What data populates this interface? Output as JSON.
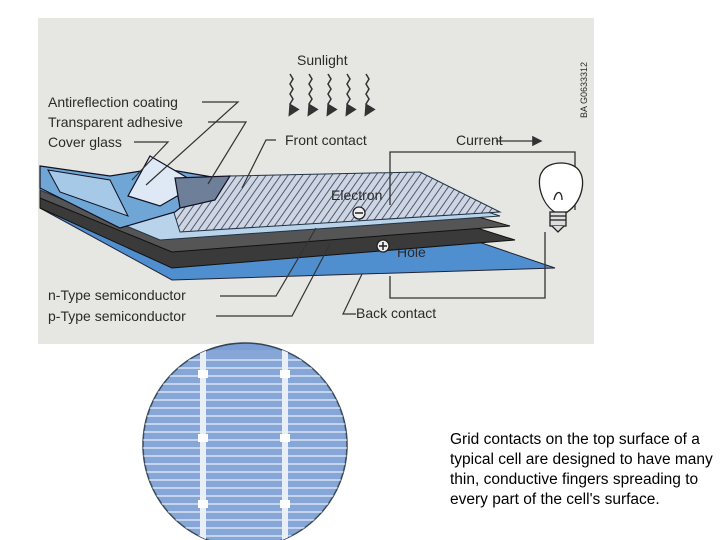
{
  "diagram": {
    "sunlight": "Sunlight",
    "code": "BA G0633312",
    "labels": {
      "antireflection": "Antireflection coating",
      "adhesive": "Transparent adhesive",
      "cover_glass": "Cover glass",
      "front_contact": "Front contact",
      "current": "Current",
      "electron": "Electron",
      "hole": "Hole",
      "n_type": "n-Type semiconductor",
      "p_type": "p-Type semiconductor",
      "back_contact": "Back contact"
    },
    "colors": {
      "background": "#e6e6e2",
      "glass_blue": "#6fa6d6",
      "light_blue": "#b9d4ea",
      "dark_layer": "#3a3a3a",
      "back_blue": "#4f8fd0",
      "wafer_blue": "#7b9fd4"
    }
  },
  "caption": "Grid contacts on the top surface of a typical cell are designed to have many thin, conductive fingers spreading to every part of the cell's surface."
}
